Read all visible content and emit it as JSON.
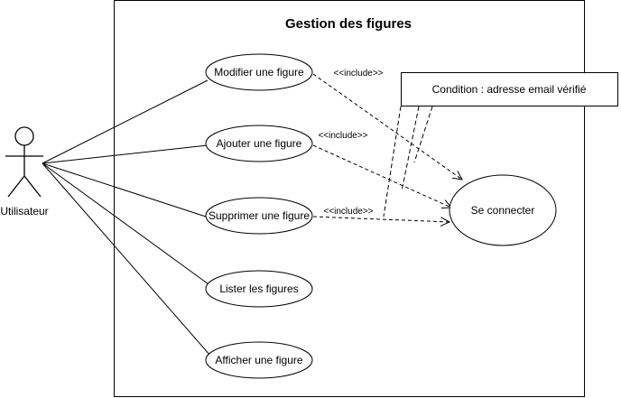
{
  "system": {
    "title": "Gestion des figures"
  },
  "actor": {
    "label": "Utilisateur"
  },
  "use_cases": {
    "modifier": "Modifier une figure",
    "ajouter": "Ajouter une figure",
    "supprimer": "Supprimer une figure",
    "lister": "Lister les figures",
    "afficher": "Afficher une figure",
    "connecter": "Se connecter"
  },
  "relations": {
    "include_1": "<<include>>",
    "include_2": "<<include>>",
    "include_3": "<<include>>"
  },
  "note": {
    "text": "Condition : adresse email vérifié"
  }
}
